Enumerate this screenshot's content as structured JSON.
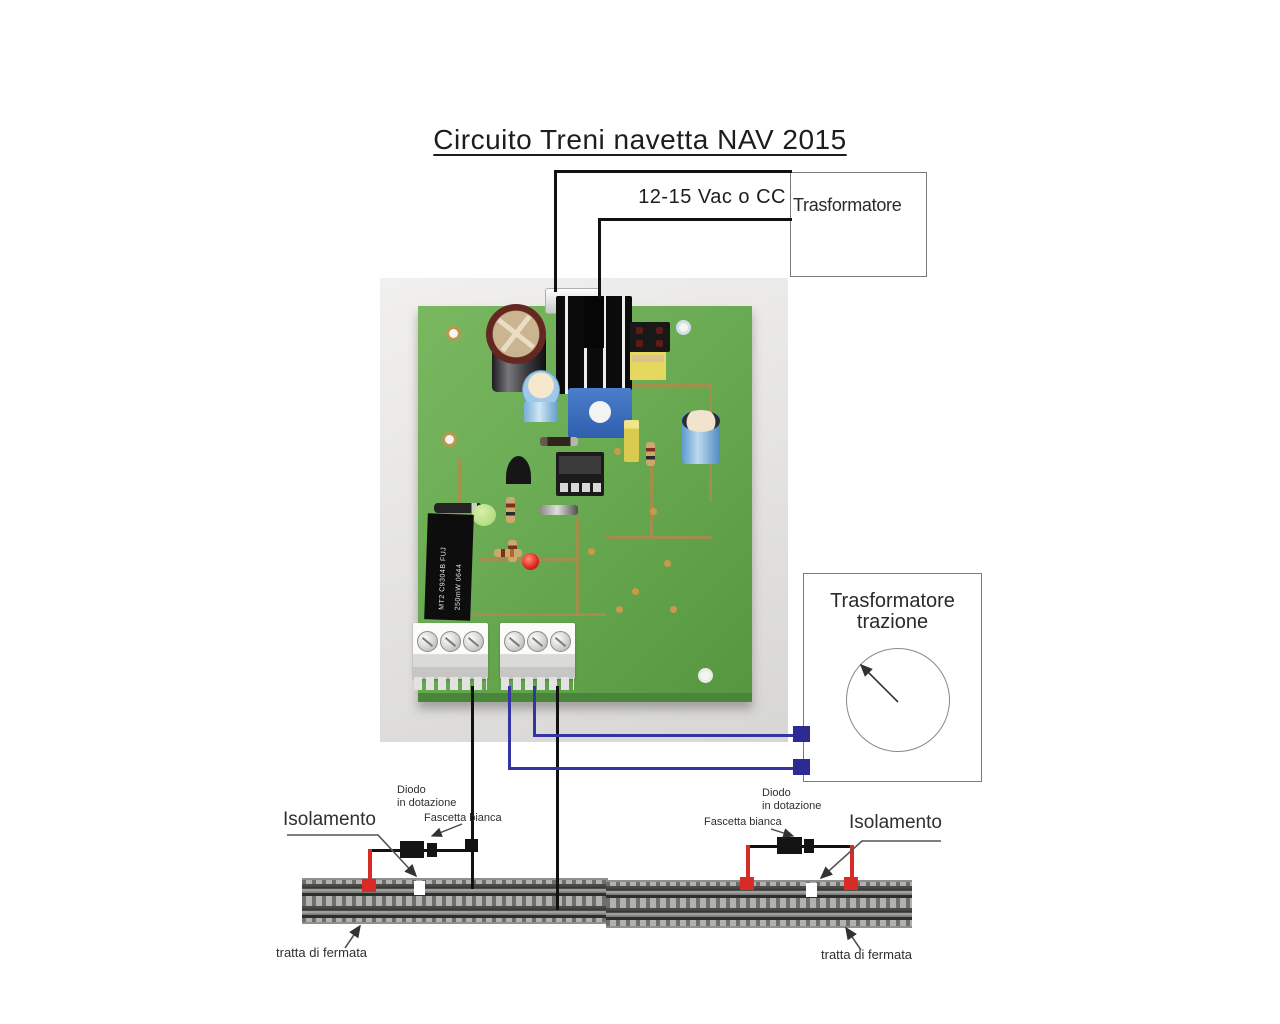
{
  "title": "Circuito Treni navetta NAV 2015",
  "supply_label": "12-15 Vac o CC",
  "transformer_box": {
    "label": "Trasformatore"
  },
  "traction_box": {
    "line1": "Trasformatore",
    "line2": "trazione"
  },
  "annotations": {
    "left": {
      "isolamento": "Isolamento",
      "diodo_line1": "Diodo",
      "diodo_line2": "in dotazione",
      "fascetta": "Fascetta bianca",
      "tratta": "tratta di fermata"
    },
    "right": {
      "isolamento": "Isolamento",
      "diodo_line1": "Diodo",
      "diodo_line2": "in dotazione",
      "fascetta": "Fascetta bianca",
      "tratta": "tratta di fermata"
    }
  },
  "pcb": {
    "relay_text_top": "MT2 C9304B FUJ",
    "relay_text_bottom": "250mW 0644"
  },
  "colors": {
    "wire_black": "#111111",
    "wire_blue": "#3434a4",
    "wire_red": "#d92b25",
    "connector_navy": "#2b2b92",
    "pcb_green": "#69aa52",
    "copper_trace": "#b5874a",
    "track_gray": "#b3b2b0",
    "photo_bg": "#e4e3e1"
  }
}
